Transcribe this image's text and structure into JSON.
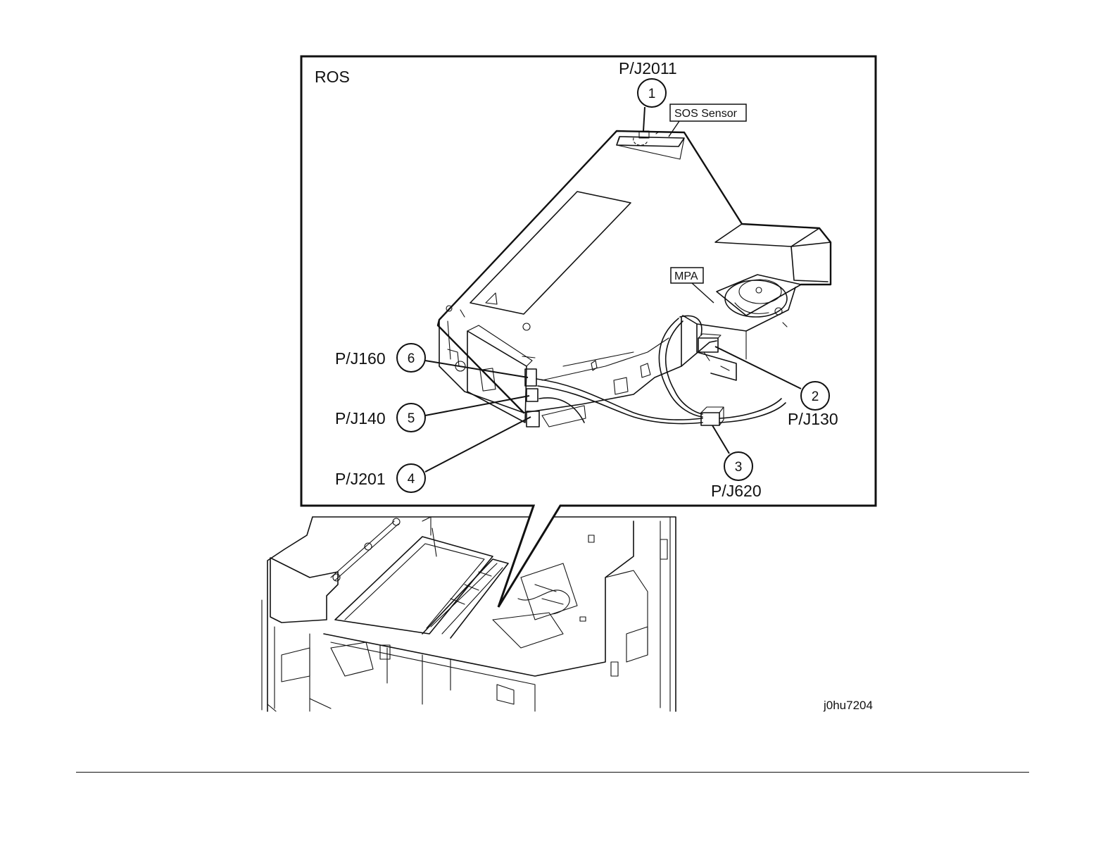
{
  "figure": {
    "id": "j0hu7204",
    "assembly_label": "ROS",
    "tag_labels": {
      "sos_sensor": "SOS Sensor",
      "mpa": "MPA"
    },
    "callouts": [
      {
        "number": "1",
        "connector": "P/J2011"
      },
      {
        "number": "2",
        "connector": "P/J130"
      },
      {
        "number": "3",
        "connector": "P/J620"
      },
      {
        "number": "4",
        "connector": "P/J201"
      },
      {
        "number": "5",
        "connector": "P/J140"
      },
      {
        "number": "6",
        "connector": "P/J160"
      }
    ]
  }
}
